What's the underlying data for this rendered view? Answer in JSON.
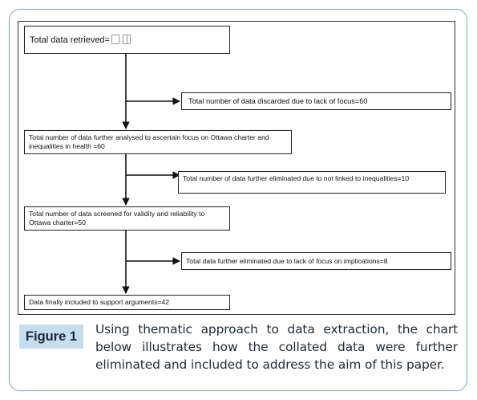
{
  "figure": {
    "label": "Figure 1",
    "caption": "Using thematic approach to data extraction, the chart below illustrates how the collated data were further eliminated and included to address the aim of this paper."
  },
  "flowchart": {
    "retrieved": "Total data retrieved=",
    "discarded_focus": "Total number of data discarded due to lack of focus=60",
    "analysed": "Total number of data further analysed to ascertain focus on Ottawa charter and inequalities in health =60",
    "eliminated_inequalities": "Total number of data further eliminated due to not linked to inequalities=10",
    "screened": "Total number of data screened for validity and reliability to Ottawa charter=50",
    "eliminated_implications": "Total data further eliminated due to lack of focus on implications=8",
    "included": "Data finally included to support arguments=42"
  }
}
